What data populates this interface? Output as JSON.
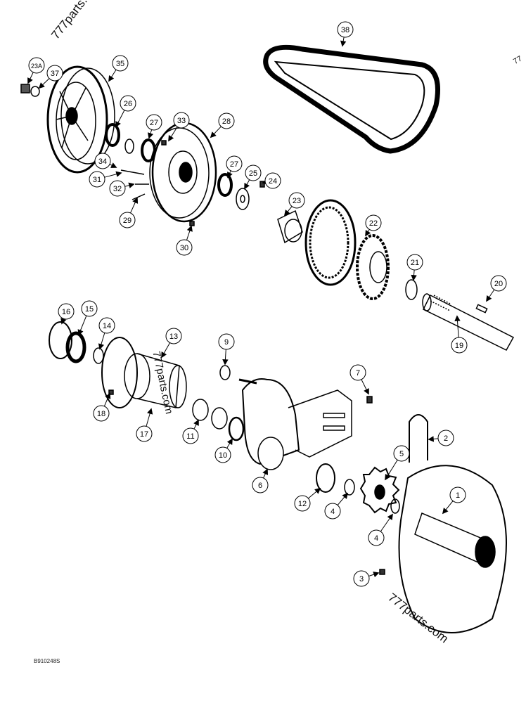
{
  "diagram": {
    "figure_code": "B910248S",
    "watermarks": [
      "777parts.com",
      "777parts.com",
      "777parts.com",
      "77"
    ],
    "callouts": [
      "23A",
      "37",
      "35",
      "38",
      "26",
      "27",
      "33",
      "28",
      "34",
      "31",
      "32",
      "29",
      "27",
      "25",
      "24",
      "23",
      "30",
      "22",
      "21",
      "20",
      "19",
      "16",
      "15",
      "14",
      "13",
      "9",
      "7",
      "18",
      "17",
      "11",
      "10",
      "6",
      "12",
      "4",
      "5",
      "2",
      "1",
      "4",
      "3"
    ],
    "colors": {
      "ink": "#000000",
      "background": "#ffffff"
    }
  }
}
